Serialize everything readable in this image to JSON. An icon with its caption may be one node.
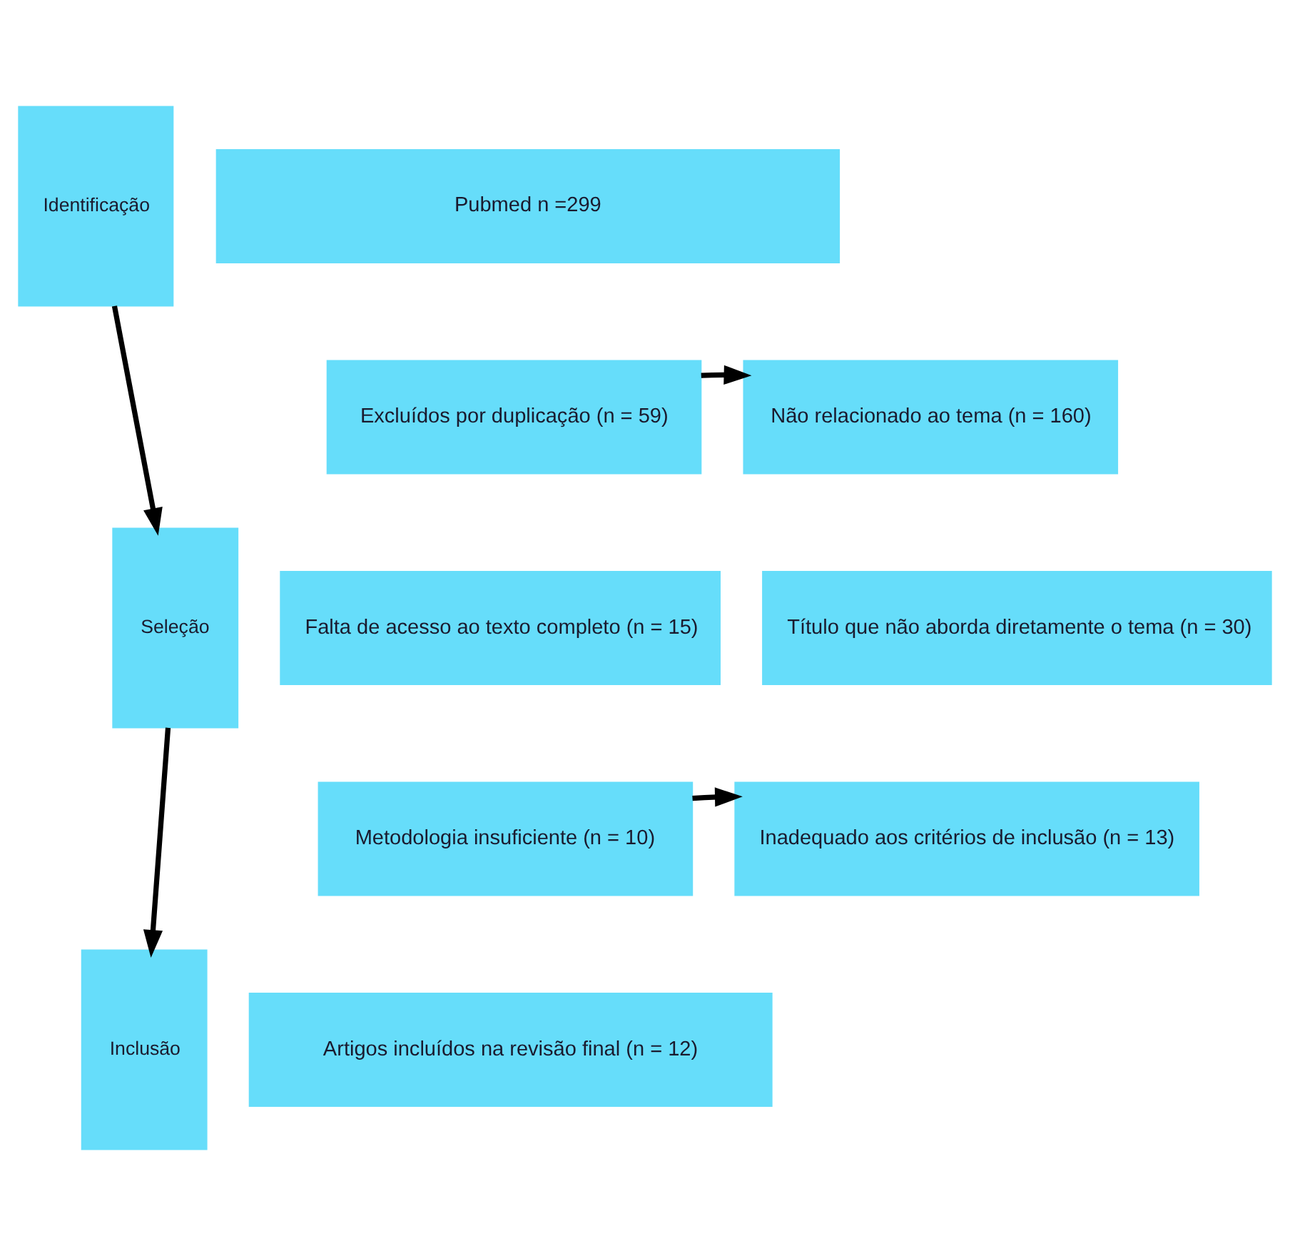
{
  "diagram": {
    "nodes": [
      {
        "text": [
          "Identificação"
        ]
      },
      {
        "text": [
          "Pubmed n =299"
        ]
      },
      {
        "text": [
          "Seleção"
        ]
      },
      {
        "text": [
          "Excluídos por duplicação (n = 59)"
        ]
      },
      {
        "text": [
          "Não relacionado ao tema (n = 160)"
        ]
      },
      {
        "text": [
          "Falta de acesso ao texto completo (n = 15)"
        ]
      },
      {
        "text": [
          "Título que não aborda diretamente o tema (n = 30)"
        ]
      },
      {
        "text": [
          "Metodologia insuficiente (n = 10)"
        ]
      },
      {
        "text": [
          "Inadequado aos critérios de inclusão (n = 13)"
        ]
      },
      {
        "text": [
          "Inclusão"
        ]
      },
      {
        "text": [
          "Artigos incluídos na revisão final (n = 12)"
        ]
      }
    ],
    "edges": [
      {
        "from": 0,
        "to": 2,
        "arrow": "to"
      },
      {
        "from": 3,
        "to": 4,
        "arrow": "to"
      },
      {
        "from": 7,
        "to": 8,
        "arrow": "to"
      },
      {
        "from": 2,
        "to": 9,
        "arrow": "to"
      }
    ]
  }
}
